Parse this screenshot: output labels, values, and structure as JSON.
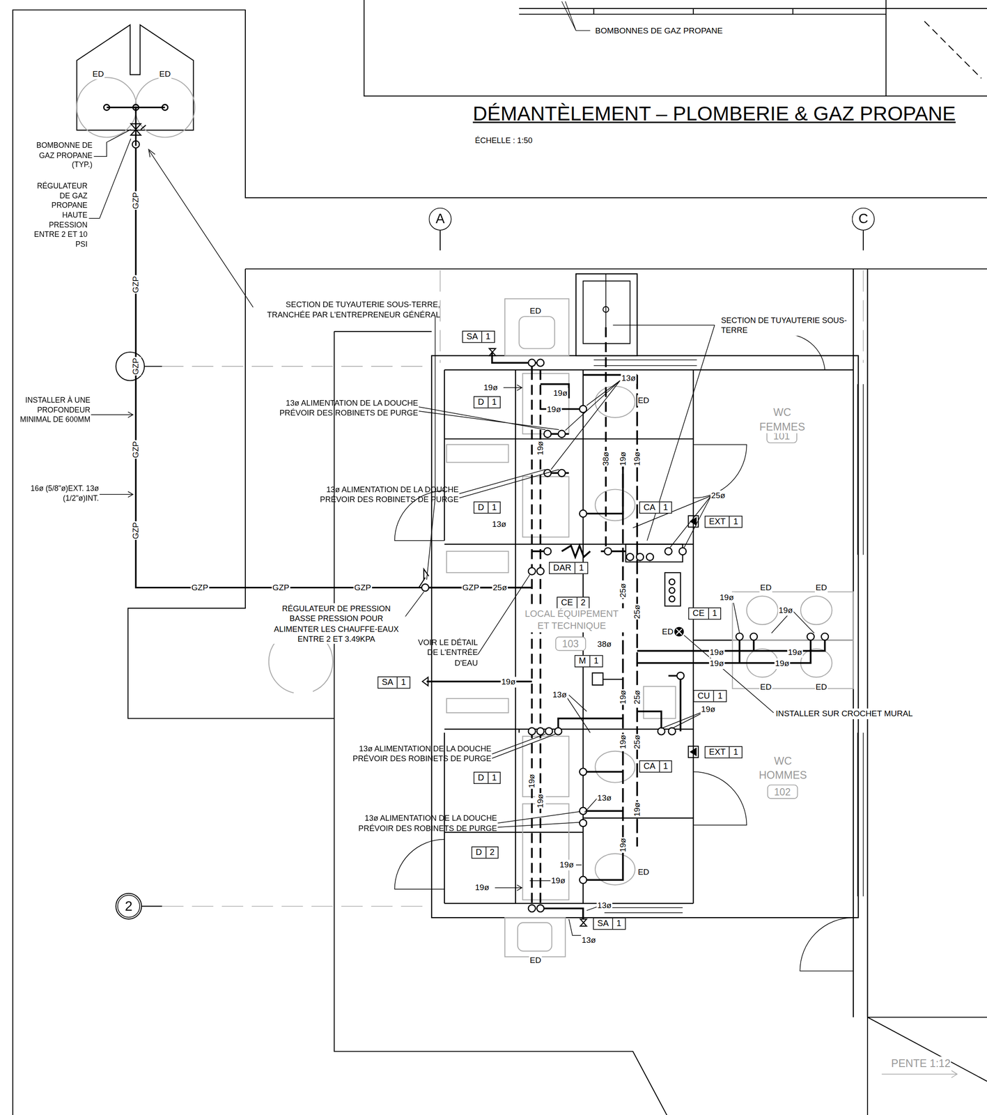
{
  "diagram": {
    "title": "DÉMANTÈLEMENT – PLOMBERIE & GAZ PROPANE",
    "nodes": [
      {
        "text": [
          "SA",
          "1"
        ]
      },
      {
        "text": [
          "D",
          "1"
        ]
      },
      {
        "text": [
          "D",
          "1"
        ]
      },
      {
        "text": [
          "CA",
          "1"
        ]
      },
      {
        "text": [
          "EXT",
          "1"
        ]
      },
      {
        "text": [
          "DAR",
          "1"
        ]
      },
      {
        "text": [
          "CE",
          "2"
        ]
      },
      {
        "text": [
          "CE",
          "1"
        ]
      },
      {
        "text": [
          "M",
          "1"
        ]
      },
      {
        "text": [
          "SA",
          "1"
        ]
      },
      {
        "text": [
          "CU",
          "1"
        ]
      },
      {
        "text": [
          "EXT",
          "1"
        ]
      },
      {
        "text": [
          "CA",
          "1"
        ]
      },
      {
        "text": [
          "D",
          "1"
        ]
      },
      {
        "text": [
          "D",
          "2"
        ]
      },
      {
        "text": [
          "SA",
          "1"
        ]
      },
      {
        "text": [
          "101"
        ]
      },
      {
        "text": [
          "102"
        ]
      },
      {
        "text": [
          "103"
        ]
      },
      {
        "text": [
          "A"
        ]
      },
      {
        "text": [
          "C"
        ]
      },
      {
        "text": [
          "2"
        ]
      }
    ],
    "labels": [
      "BOMBONNES DE GAZ PROPANE",
      "ÉCHELLE : 1:50",
      "ED",
      "ED",
      "BOMBONNE DE GAZ PROPANE (TYP.)",
      "RÉGULATEUR DE GAZ PROPANE HAUTE PRESSION ENTRE 2 ET 10 PSI",
      "GZP",
      "GZP",
      "GZP",
      "GZP",
      "GZP",
      "SECTION DE TUYAUTERIE SOUS-TERRE, TRANCHÉE PAR L'ENTREPRENEUR GÉNÉRAL",
      "INSTALLER À UNE PROFONDEUR MINIMAL DE 600MM",
      "16ø (5/8\"ø)EXT. 13ø (1/2\"ø)INT.",
      "GZP",
      "GZP",
      "GZP",
      "GZP",
      "25ø",
      "RÉGULATEUR DE PRESSION BASSE PRESSION POUR ALIMENTER LES CHAUFFE-EAUX ENTRE 2 ET 3.49KPA",
      "VOIR LE DÉTAIL DE L'ENTRÉE D'EAU",
      "ED",
      "SECTION DE TUYAUTERIE SOUS-TERRE",
      "13ø ALIMENTATION DE LA DOUCHE PRÉVOIR DES ROBINETS DE PURGE",
      "19ø",
      "19ø",
      "19ø",
      "13ø",
      "ED",
      "19ø",
      "38ø",
      "19ø",
      "19ø",
      "13ø ALIMENTATION DE LA DOUCHE PRÉVOIR DES ROBINETS DE PURGE",
      "13ø",
      "25ø",
      "25ø",
      "25ø",
      "38ø",
      "19ø",
      "ED",
      "ED",
      "19ø",
      "ED",
      "19ø",
      "19ø",
      "19ø",
      "19ø",
      "ED",
      "ED",
      "INSTALLER SUR CROCHET MURAL",
      "19ø",
      "13ø",
      "19ø",
      "25ø",
      "19ø",
      "19ø",
      "25ø",
      "13ø ALIMENTATION DE LA DOUCHE PRÉVOIR DES ROBINETS DE PURGE",
      "19ø",
      "19ø",
      "13ø",
      "19ø",
      "13ø ALIMENTATION DE LA DOUCHE PRÉVOIR DES ROBINETS DE PURGE",
      "19ø",
      "ED",
      "19ø",
      "19ø",
      "19ø",
      "13ø",
      "13ø",
      "ED",
      "WC FEMMES",
      "WC HOMMES",
      "LOCAL ÉQUIPEMENT ET TECHNIQUE",
      "PENTE 1:12"
    ]
  }
}
